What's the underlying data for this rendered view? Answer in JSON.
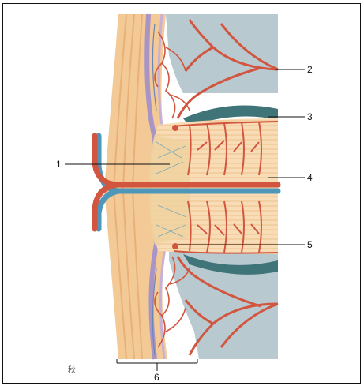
{
  "labels": {
    "l1": "1",
    "l2": "2",
    "l3": "3",
    "l4": "4",
    "l5": "5",
    "l6": "6"
  },
  "signature": "秋",
  "colors": {
    "skin_outer": "#f3c995",
    "skin_inner": "#f7dcb5",
    "grey_tissue": "#b5c6cc",
    "dark_band": "#3a6f74",
    "artery": "#d2553f",
    "artery_edge": "#a4332a",
    "vein": "#4f97b8",
    "purple": "#a994c6",
    "fiber": "#efb97f"
  }
}
